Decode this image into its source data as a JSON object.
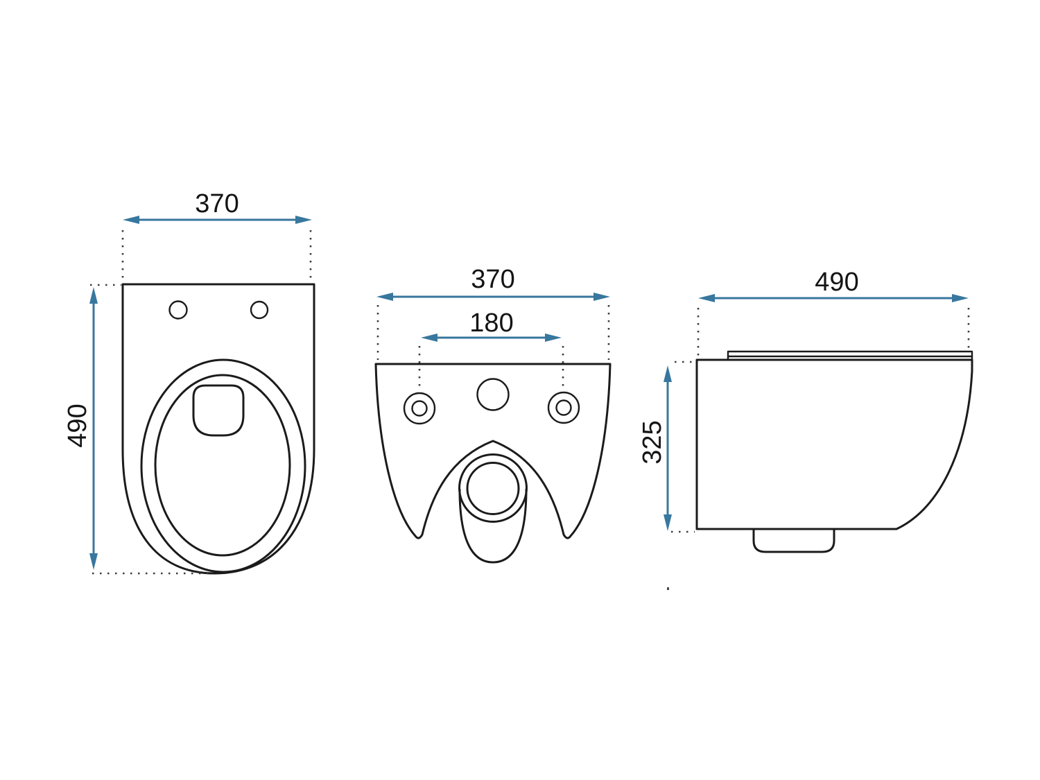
{
  "diagram": {
    "kind": "technical-dimension-drawing",
    "subject": "wall-hung-toilet",
    "colors": {
      "background": "#ffffff",
      "outline": "#1b1b1b",
      "dimension_lines": "#38779e",
      "extension_dots": "#3d3d3d",
      "label_text": "#141414"
    },
    "views": {
      "top_view": {
        "width_label": "370",
        "depth_label": "490"
      },
      "front_view": {
        "width_label": "370",
        "hole_spacing_label": "180"
      },
      "side_view": {
        "depth_label": "490",
        "height_label": "325"
      }
    }
  }
}
